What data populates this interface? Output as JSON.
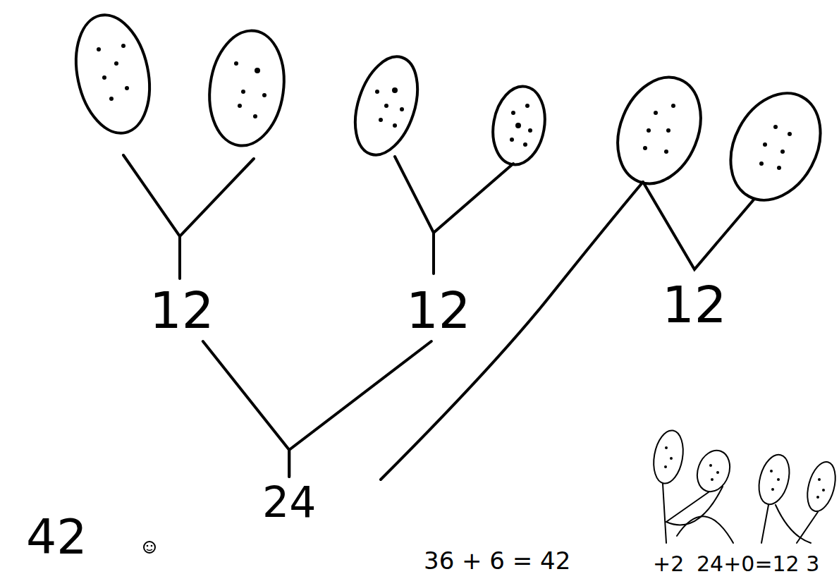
{
  "diagram": {
    "nodes": [
      {
        "text": [
          "12"
        ]
      },
      {
        "text": [
          "12"
        ]
      },
      {
        "text": [
          "12"
        ]
      },
      {
        "text": [
          "24"
        ]
      }
    ],
    "edges": [
      {
        "from": 0,
        "to": 3,
        "arrow": "none"
      },
      {
        "from": 1,
        "to": 3,
        "arrow": "none"
      }
    ],
    "labels": [
      "42",
      "36 + 6 = 42",
      "+2",
      "24+0=12 3"
    ]
  }
}
